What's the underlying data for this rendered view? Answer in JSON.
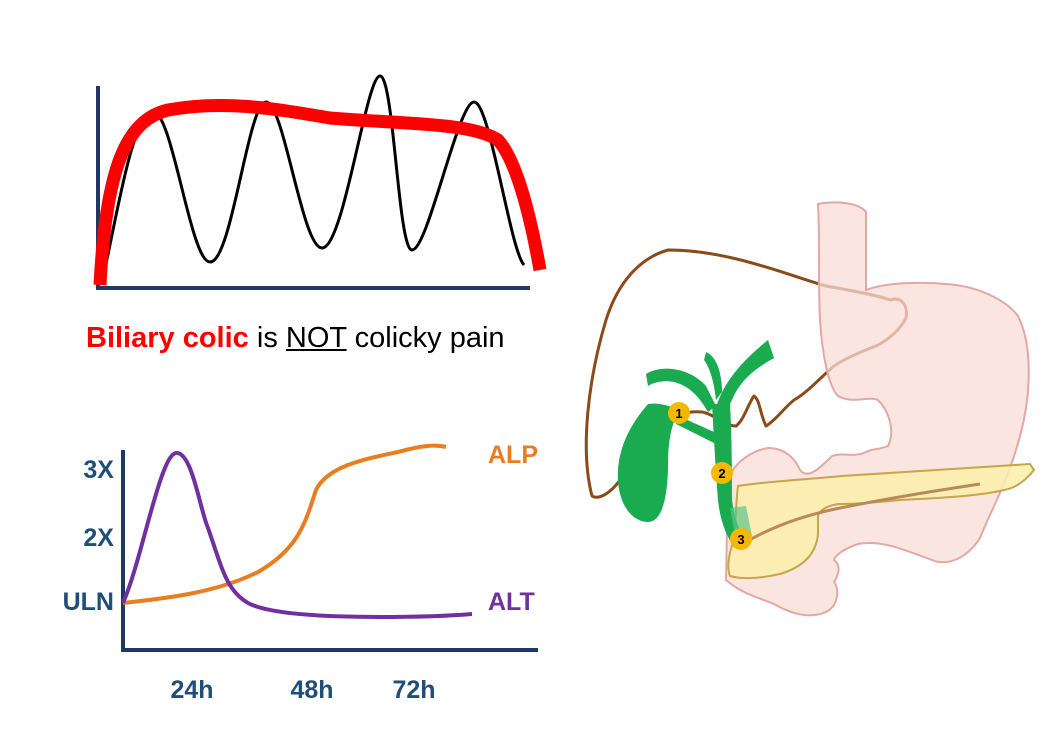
{
  "caption": {
    "part1": "Biliary colic",
    "part2": " is ",
    "part3": "NOT",
    "part4": " colicky pain"
  },
  "lab_chart": {
    "y_ticks": [
      "3X",
      "2X",
      "ULN"
    ],
    "x_ticks": [
      "24h",
      "48h",
      "72h"
    ],
    "series": [
      {
        "name": "ALP",
        "color": "#e87e22"
      },
      {
        "name": "ALT",
        "color": "#7030a0"
      }
    ]
  },
  "anatomy": {
    "markers": [
      "1",
      "2",
      "3"
    ],
    "colors": {
      "liver_outline": "#8b4a1a",
      "stomach": "#f9dcd6",
      "pancreas": "#fbeeaa",
      "biliary": "#1aaa50",
      "marker": "#f5b800"
    }
  },
  "colors": {
    "axis": "#1f3864",
    "pain_curve": "#ff0000",
    "colic_wave": "#000000",
    "label_blue": "#1f4e79"
  }
}
